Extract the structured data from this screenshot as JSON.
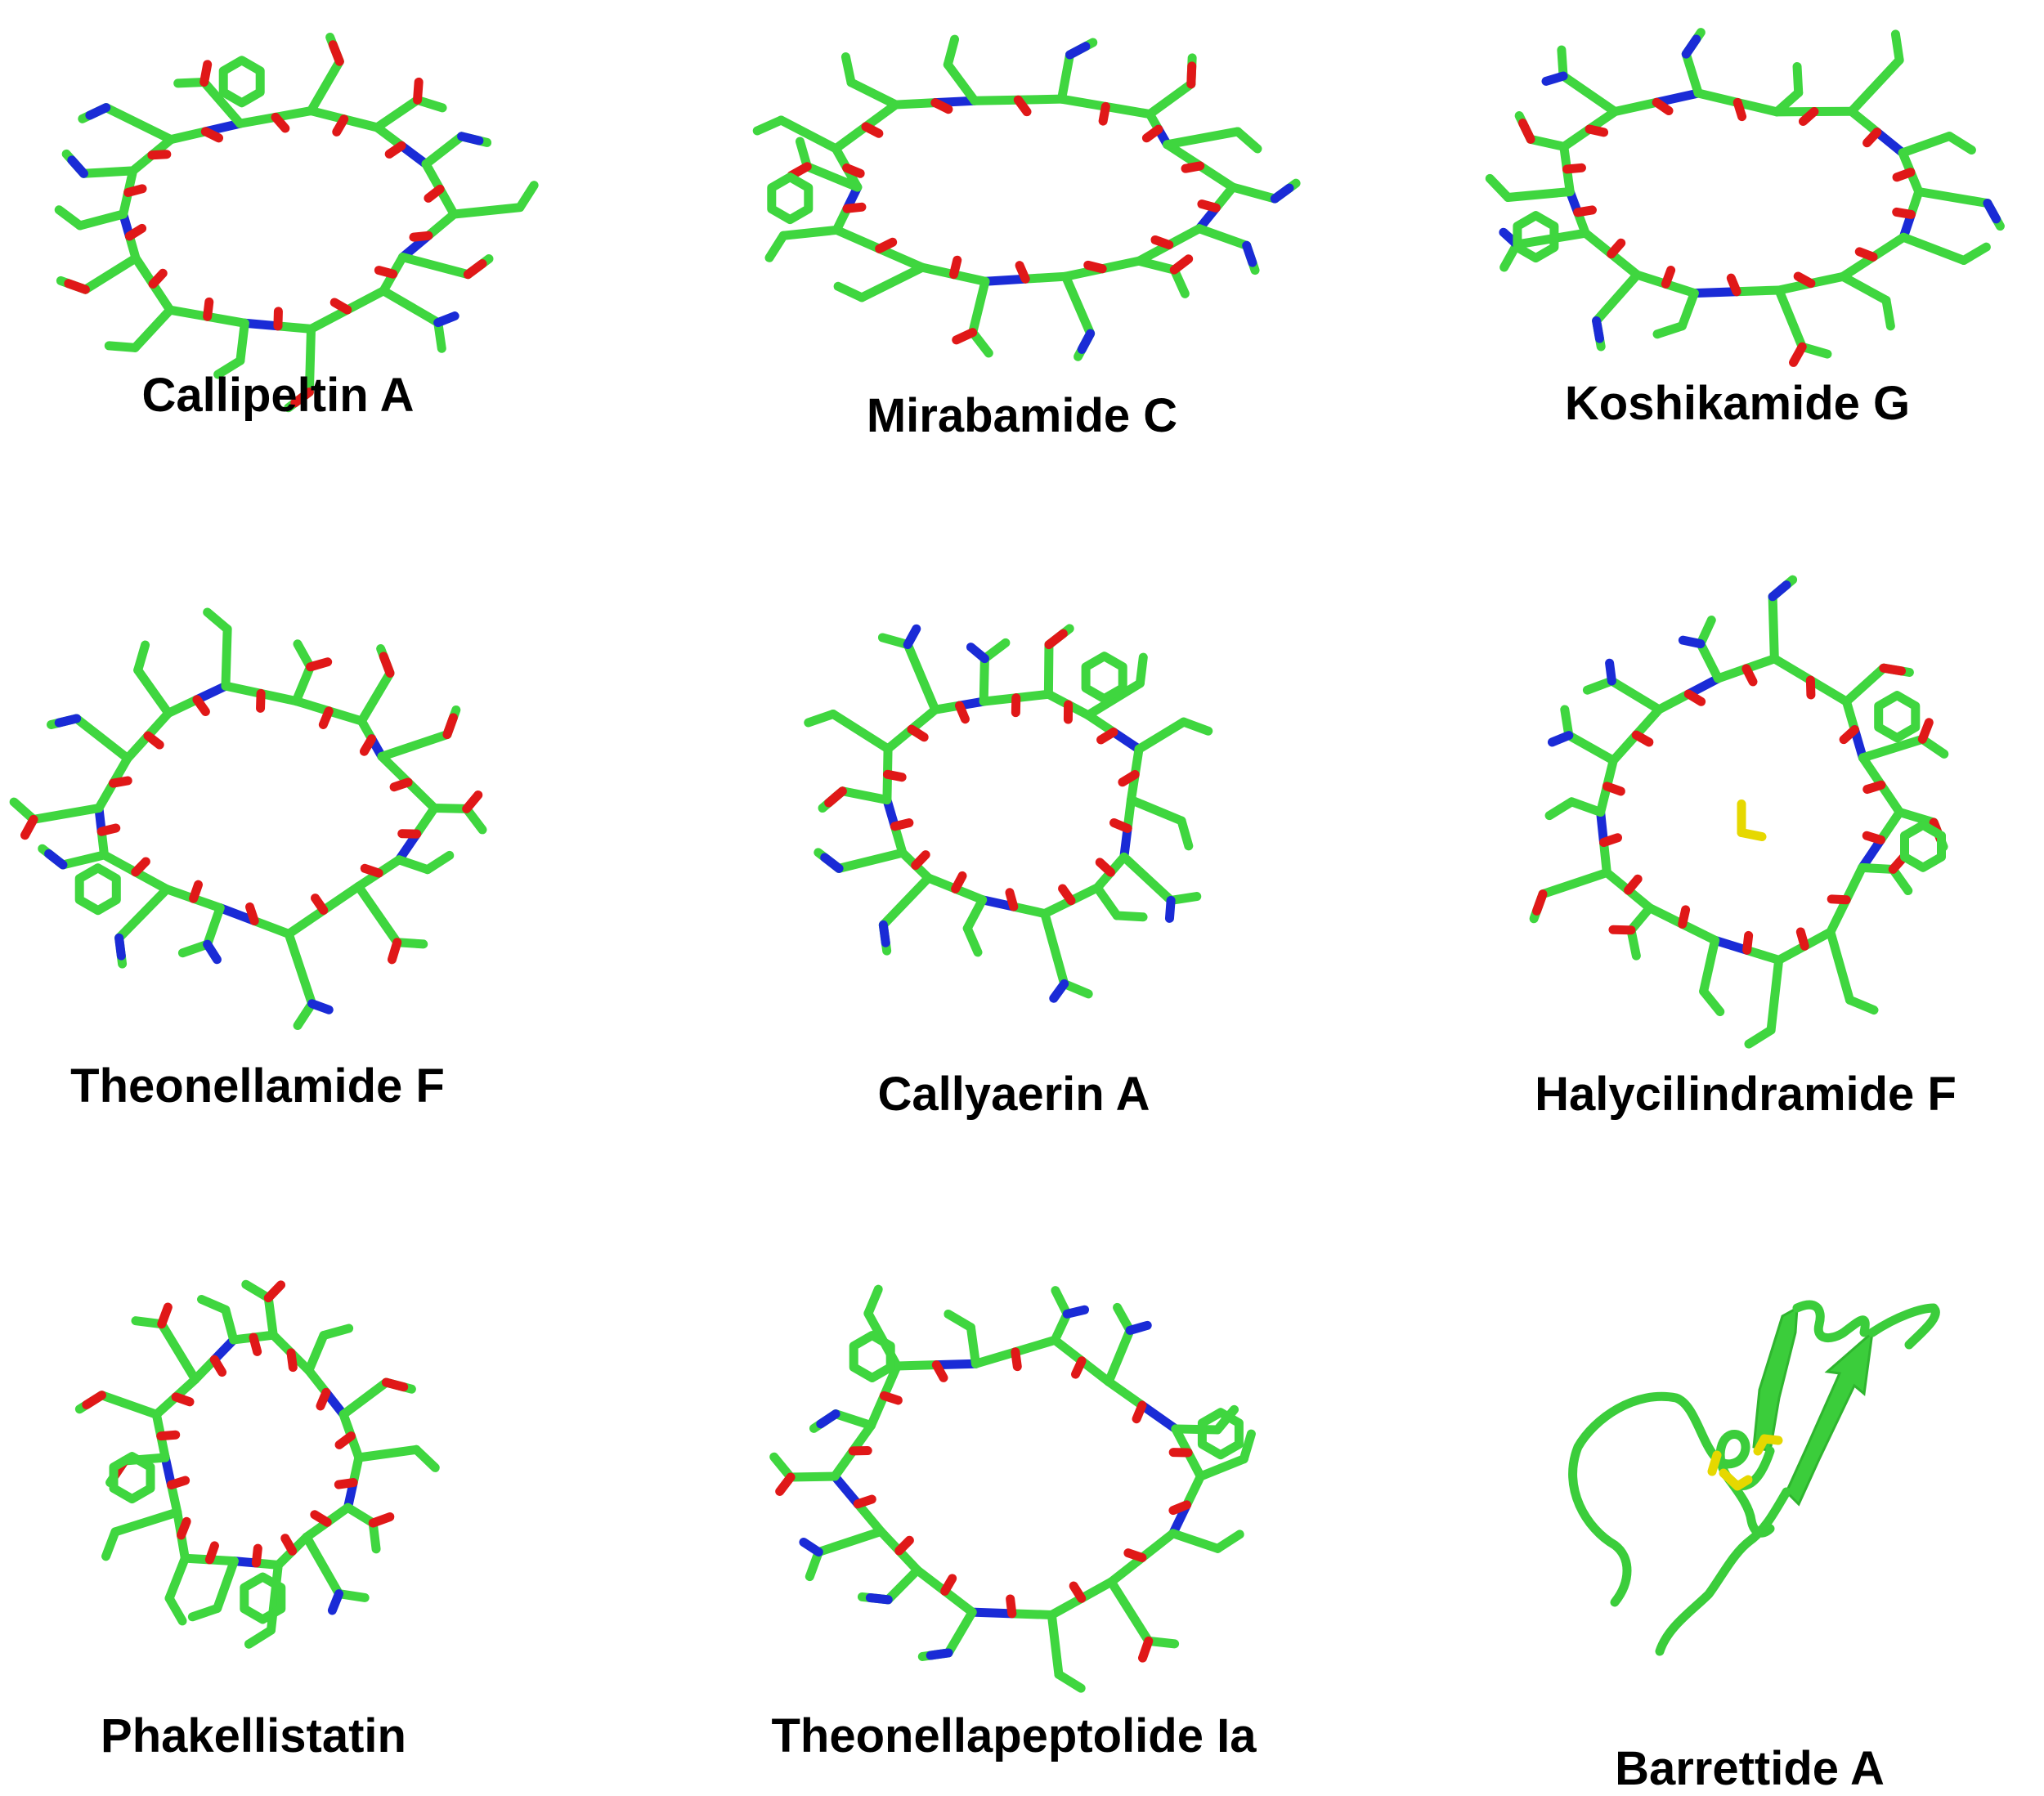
{
  "colors": {
    "carbon": "#3fd63f",
    "nitrogen": "#1a2bd6",
    "oxygen": "#e01818",
    "sulfur": "#e6d800",
    "ribbon": "#3bcd3b",
    "background": "#ffffff",
    "label": "#000000"
  },
  "structures": [
    {
      "id": "callipeltin-a",
      "label": "Callipeltin A",
      "representation": "stick-model"
    },
    {
      "id": "mirabamide-c",
      "label": "Mirabamide C",
      "representation": "stick-model"
    },
    {
      "id": "koshikamide-g",
      "label": "Koshikamide G",
      "representation": "stick-model"
    },
    {
      "id": "theonellamide-f",
      "label": "Theonellamide F",
      "representation": "stick-model"
    },
    {
      "id": "callyaerin-a",
      "label": "Callyaerin A",
      "representation": "stick-model"
    },
    {
      "id": "halycilindramide-f",
      "label": "Halycilindramide F",
      "representation": "stick-model"
    },
    {
      "id": "phakellistatin",
      "label": "Phakellistatin",
      "representation": "stick-model"
    },
    {
      "id": "theonellapeptolide-ia",
      "label": "Theonellapeptolide Ia",
      "representation": "stick-model"
    },
    {
      "id": "barrettide-a",
      "label": "Barrettide A",
      "representation": "cartoon-ribbon"
    }
  ]
}
